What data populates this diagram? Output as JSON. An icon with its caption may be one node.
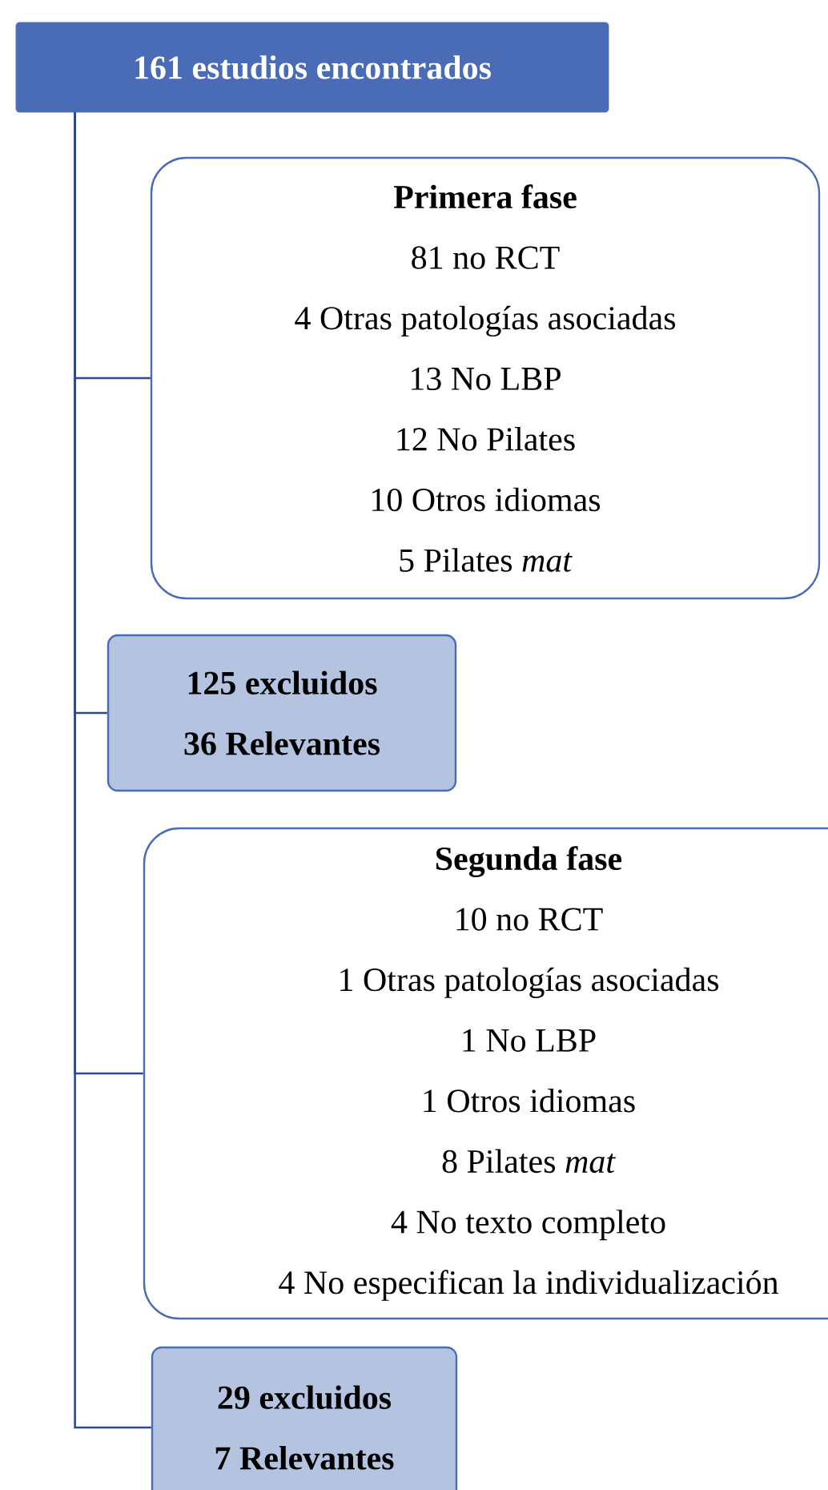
{
  "diagram": {
    "nodes": [
      {
        "text": [
          "161 estudios encontrados"
        ]
      },
      {
        "text": [
          "Primera fase",
          "81 no RCT",
          "4 Otras patologías asociadas",
          "13 No LBP",
          "12 No Pilates",
          "10 Otros idiomas",
          "5 Pilates *mat*"
        ]
      },
      {
        "text": [
          "125 excluidos",
          "36 Relevantes"
        ]
      },
      {
        "text": [
          "Segunda fase",
          "10 no RCT",
          "1 Otras patologías asociadas",
          "1 No LBP",
          "1 Otros idiomas",
          "8 Pilates *mat*",
          "4 No texto completo",
          "4 No especifican la individualización"
        ]
      },
      {
        "text": [
          "29 excluidos",
          "7 Relevantes"
        ]
      }
    ],
    "edges": [
      {
        "from": 0,
        "to": 1,
        "arrow": "none"
      },
      {
        "from": 0,
        "to": 2,
        "arrow": "none"
      },
      {
        "from": 0,
        "to": 3,
        "arrow": "none"
      },
      {
        "from": 0,
        "to": 4,
        "arrow": "none"
      }
    ]
  }
}
